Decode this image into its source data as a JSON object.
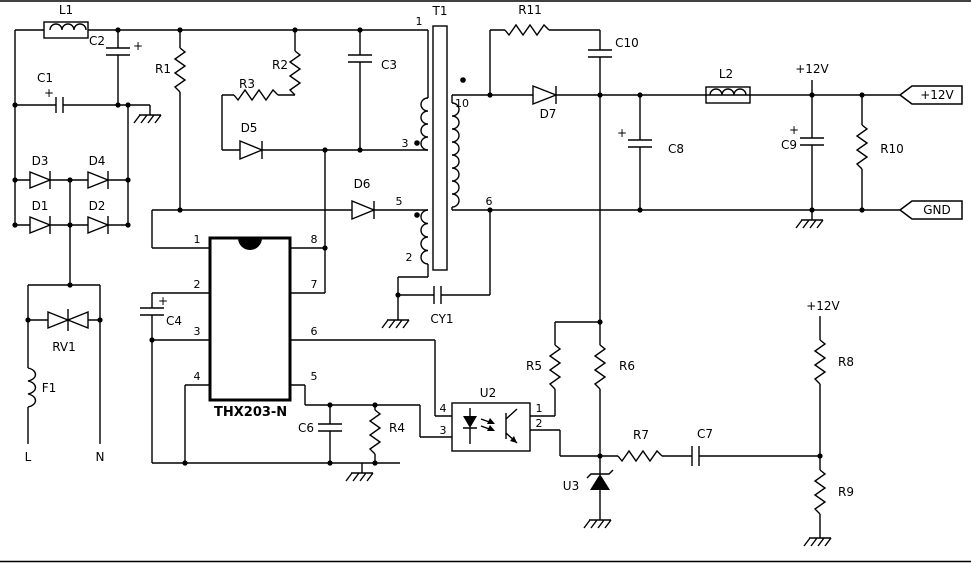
{
  "schematic": {
    "ic": {
      "name": "THX203-N",
      "pins": {
        "p1": "1",
        "p2": "2",
        "p3": "3",
        "p4": "4",
        "p5": "5",
        "p6": "6",
        "p7": "7",
        "p8": "8"
      }
    },
    "transformer": {
      "name": "T1",
      "pins": {
        "p1": "1",
        "p2": "2",
        "p3": "3",
        "p5": "5",
        "p6": "6",
        "p10": "10"
      }
    },
    "optocoupler": {
      "name": "U2",
      "pins": {
        "p1": "1",
        "p2": "2",
        "p3": "3",
        "p4": "4"
      }
    },
    "labels": {
      "L1": "L1",
      "C1": "C1",
      "C2": "C2",
      "D1": "D1",
      "D2": "D2",
      "D3": "D3",
      "D4": "D4",
      "RV1": "RV1",
      "F1": "F1",
      "R1": "R1",
      "R2": "R2",
      "R3": "R3",
      "C3": "C3",
      "D5": "D5",
      "D6": "D6",
      "C4": "C4",
      "C6": "C6",
      "R4": "R4",
      "CY1": "CY1",
      "R11": "R11",
      "C10": "C10",
      "D7": "D7",
      "C8": "C8",
      "L2": "L2",
      "C9": "C9",
      "R10": "R10",
      "R5": "R5",
      "R6": "R6",
      "R7": "R7",
      "C7": "C7",
      "U3": "U3",
      "R8": "R8",
      "R9": "R9"
    },
    "terminals": {
      "line": "L",
      "neutral": "N",
      "vout": "+12V",
      "gnd": "GND",
      "rail12": "+12V",
      "fb12": "+12V"
    },
    "marks": {
      "plus": "+"
    }
  }
}
